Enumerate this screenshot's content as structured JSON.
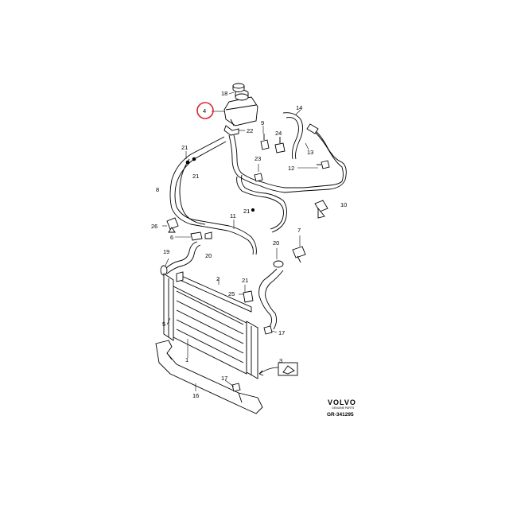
{
  "diagram": {
    "callouts": [
      "1",
      "2",
      "3",
      "4",
      "5",
      "6",
      "7",
      "8",
      "9",
      "10",
      "11",
      "12",
      "13",
      "14",
      "16",
      "17",
      "18",
      "19",
      "20",
      "21",
      "22",
      "23",
      "24",
      "25",
      "26"
    ],
    "highlighted_callout": "4",
    "highlight_color": "#d9262b",
    "line_color": "#000000",
    "background": "#ffffff"
  },
  "labels": {
    "l18": "18",
    "l4": "4",
    "l22": "22",
    "l14": "14",
    "l9": "9",
    "l24": "24",
    "l13": "13",
    "l21a": "21",
    "l21b": "21",
    "l23": "23",
    "l12": "12",
    "l8": "8",
    "l10": "10",
    "l21c": "21",
    "l11": "11",
    "l26": "26",
    "l6": "6",
    "l20a": "20",
    "l7": "7",
    "l19": "19",
    "l20b": "20",
    "l2": "2",
    "l21d": "21",
    "l25": "25",
    "l17a": "17",
    "l1": "1",
    "l3": "3",
    "l17b": "17",
    "l16": "16",
    "l5": "5"
  },
  "footer": {
    "brand": "VOLVO",
    "brand_sub": "GENUINE PARTS",
    "ref": "GR-341295"
  }
}
